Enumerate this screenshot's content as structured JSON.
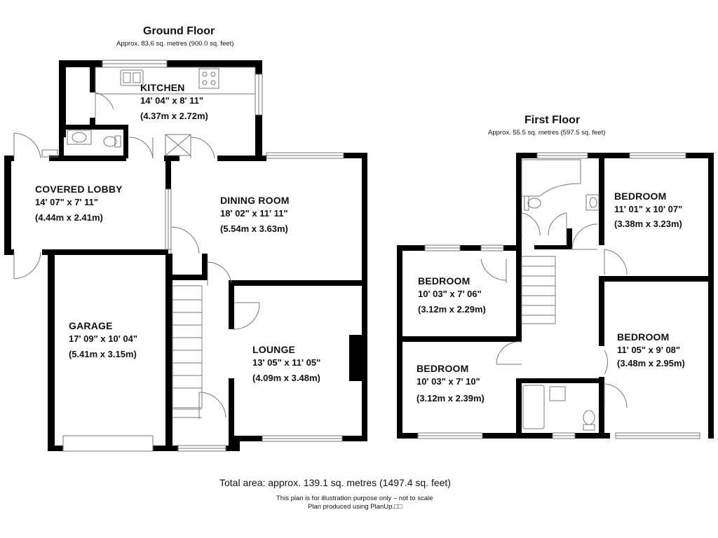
{
  "ground_floor": {
    "title": "Ground Floor",
    "area": "Approx. 83.6 sq. metres (900.0 sq. feet)",
    "rooms": {
      "kitchen": {
        "name": "KITCHEN",
        "imperial": "14' 04\" x 8' 11\"",
        "metric": "(4.37m x 2.72m)"
      },
      "covered_lobby": {
        "name": "COVERED LOBBY",
        "imperial": "14' 07\" x 7' 11\"",
        "metric": "(4.44m x 2.41m)"
      },
      "dining_room": {
        "name": "DINING ROOM",
        "imperial": "18' 02\" x 11' 11\"",
        "metric": "(5.54m x 3.63m)"
      },
      "garage": {
        "name": "GARAGE",
        "imperial": "17' 09\" x 10' 04\"",
        "metric": "(5.41m x 3.15m)"
      },
      "lounge": {
        "name": "LOUNGE",
        "imperial": "13' 05\" x 11' 05\"",
        "metric": "(4.09m x 3.48m)"
      }
    }
  },
  "first_floor": {
    "title": "First Floor",
    "area": "Approx. 55.5 sq. metres (597.5 sq. feet)",
    "rooms": {
      "bedroom_ne": {
        "name": "BEDROOM",
        "imperial": "11' 01\" x 10' 07\"",
        "metric": "(3.38m x 3.23m)"
      },
      "bedroom_w": {
        "name": "BEDROOM",
        "imperial": "10' 03\" x 7' 06\"",
        "metric": "(3.12m x 2.29m)"
      },
      "bedroom_se": {
        "name": "BEDROOM",
        "imperial": "11' 05\" x 9' 08\"",
        "metric": "(3.48m x 2.95m)"
      },
      "bedroom_sw": {
        "name": "BEDROOM",
        "imperial": "10' 03\" x 7' 10\"",
        "metric": "(3.12m x 2.39m)"
      }
    }
  },
  "footer": {
    "total": "Total area: approx. 139.1 sq. metres (1497.4 sq. feet)",
    "disclaimer": "This plan is for illustration purpose only – not to scale",
    "produced": "Plan produced using PlanUp.□□"
  },
  "colors": {
    "wall": "#000000",
    "fixture": "#777777",
    "background": "#ffffff"
  }
}
